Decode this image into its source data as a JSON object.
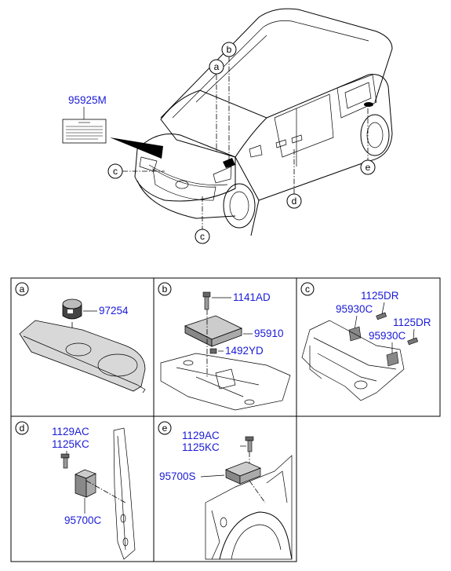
{
  "top_view": {
    "label_part": "95925M",
    "callouts": {
      "a": "a",
      "b": "b",
      "c_left": "c",
      "c_bottom": "c",
      "d": "d",
      "e": "e"
    }
  },
  "panels": [
    {
      "id": "a",
      "letter": "a",
      "parts": [
        "97254"
      ]
    },
    {
      "id": "b",
      "letter": "b",
      "parts": [
        "1141AD",
        "95910",
        "1492YD"
      ]
    },
    {
      "id": "c",
      "letter": "c",
      "parts": [
        "1125DR",
        "95930C",
        "1125DR",
        "95930C"
      ]
    },
    {
      "id": "d",
      "letter": "d",
      "parts": [
        "1129AC",
        "1125KC",
        "95700C"
      ]
    },
    {
      "id": "e",
      "letter": "e",
      "parts": [
        "1129AC",
        "1125KC",
        "95700S"
      ]
    }
  ]
}
